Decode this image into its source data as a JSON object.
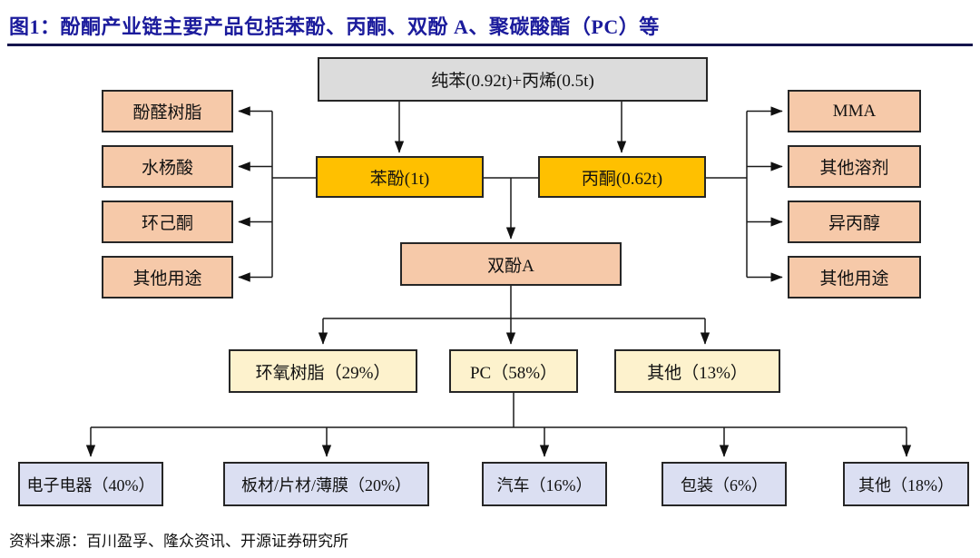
{
  "figure": {
    "title": "图1：酚酮产业链主要产品包括苯酚、丙酮、双酚 A、聚碳酸酯（PC）等",
    "source": "资料来源：百川盈孚、隆众资讯、开源证券研究所"
  },
  "colors": {
    "title_text": "#1b1b9c",
    "title_rule": "#15154d",
    "feedstock_fill": "#dcdcdc",
    "primary_fill": "#ffc000",
    "derivative_fill": "#f6c9a9",
    "downstream_fill": "#fdf2cd",
    "application_fill": "#dbdff2",
    "box_border": "#262626",
    "connector": "#1a1a1a"
  },
  "nodes": {
    "feedstock": "纯苯(0.92t)+丙烯(0.5t)",
    "phenol": "苯酚(1t)",
    "acetone": "丙酮(0.62t)",
    "bisphenol_a": "双酚A",
    "phenol_derivatives": [
      "酚醛树脂",
      "水杨酸",
      "环己酮",
      "其他用途"
    ],
    "acetone_derivatives": [
      "MMA",
      "其他溶剂",
      "异丙醇",
      "其他用途"
    ],
    "bpa_downstream": [
      "环氧树脂（29%）",
      "PC（58%）",
      "其他（13%）"
    ],
    "pc_applications": [
      "电子电器（40%）",
      "板材/片材/薄膜（20%）",
      "汽车（16%）",
      "包装（6%）",
      "其他（18%）"
    ]
  }
}
